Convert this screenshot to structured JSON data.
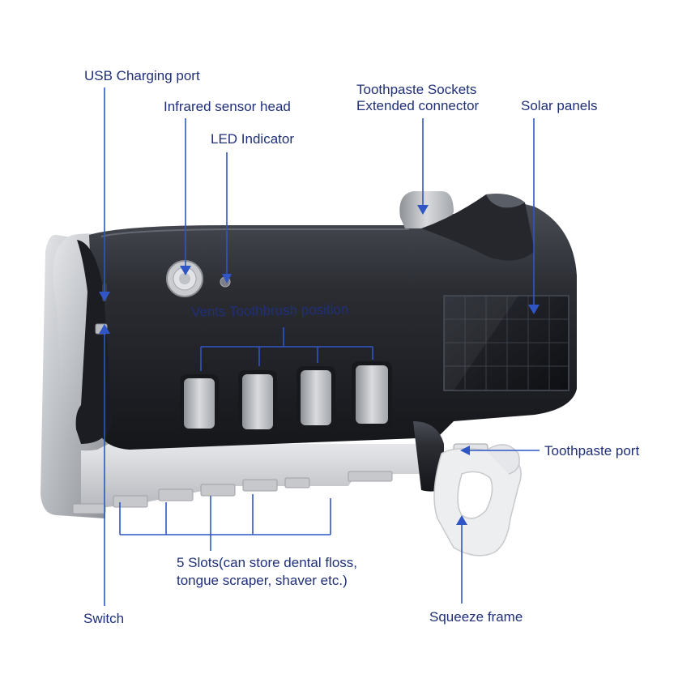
{
  "labels": {
    "usb": "USB Charging port",
    "infrared": "Infrared sensor head",
    "led": "LED Indicator",
    "sockets_line1": "Toothpaste Sockets",
    "sockets_line2": "Extended connector",
    "solar": "Solar panels",
    "vents": "Vents Toothbrush position",
    "toothpaste_port": "Toothpaste port",
    "slots_line1": "5 Slots(can store dental floss,",
    "slots_line2": "tongue scraper, shaver etc.)",
    "switch": "Switch",
    "squeeze": "Squeeze frame"
  },
  "colors": {
    "label_text": "#1f2f78",
    "pointer_line": "#2f56c4",
    "body_dark": "#2b2d33",
    "body_silver": "#c9cbcf",
    "solar_panel": "#1b1d22",
    "squeeze_white": "#eceeef"
  }
}
